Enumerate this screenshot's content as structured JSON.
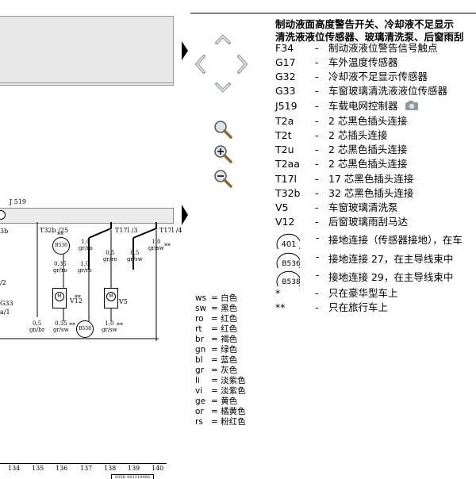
{
  "diagram": {
    "relay_label": "J 519",
    "bottom_label": "3b",
    "left_labels": [
      "/2",
      "G33",
      "a/1"
    ],
    "connectors": [
      "T32b /25",
      "T17l /3",
      "T17l /4"
    ],
    "ground_points": [
      "B536",
      "B538"
    ],
    "components": [
      "V12",
      "V5"
    ],
    "stars": "**",
    "wires": [
      {
        "size": "1,0",
        "color": "gr/ro"
      },
      {
        "size": "0,35",
        "color": "gr/ro"
      },
      {
        "size": "1,0",
        "color": "gr/ro"
      },
      {
        "size": "0,5",
        "color": "gr/ro"
      },
      {
        "size": "0,5",
        "color": "gr/sw"
      },
      {
        "size": "1,0",
        "color": "gr/sw"
      },
      {
        "size": "0,5",
        "color": "gn/br"
      },
      {
        "size": "0,35",
        "color": "gr/sw"
      },
      {
        "size": "1,0",
        "color": "gr/sw"
      }
    ],
    "axis_numbers": [
      "134",
      "135",
      "136",
      "137",
      "138",
      "139",
      "140"
    ],
    "footer_code": "9358_001119400"
  },
  "color_legend": [
    {
      "code": "ws",
      "name": "白色"
    },
    {
      "code": "sw",
      "name": "黑色"
    },
    {
      "code": "ro",
      "name": "红色"
    },
    {
      "code": "rt",
      "name": "红色"
    },
    {
      "code": "br",
      "name": "褐色"
    },
    {
      "code": "gn",
      "name": "绿色"
    },
    {
      "code": "bl",
      "name": "蓝色"
    },
    {
      "code": "gr",
      "name": "灰色"
    },
    {
      "code": "li",
      "name": "淡紫色"
    },
    {
      "code": "vi",
      "name": "淡紫色"
    },
    {
      "code": "ge",
      "name": "黄色"
    },
    {
      "code": "or",
      "name": "橘黄色"
    },
    {
      "code": "rs",
      "name": "粉红色"
    }
  ],
  "header": {
    "title_line1": "制动液面高度警告开关、冷却液不足显示",
    "title_line2": "清洗液液位传感器、玻璃清洗泵、后窗雨刮"
  },
  "components": [
    {
      "code": "F34",
      "desc": "制动液液位警告信号触点"
    },
    {
      "code": "G17",
      "desc": "车外温度传感器"
    },
    {
      "code": "G32",
      "desc": "冷却液不足显示传感器"
    },
    {
      "code": "G33",
      "desc": "车窗玻璃清洗液液位传感器"
    },
    {
      "code": "J519",
      "desc": "车载电网控制器"
    },
    {
      "code": "T2a",
      "desc": "2 芯黑色插头连接"
    },
    {
      "code": "T2t",
      "desc": "2 芯插头连接"
    },
    {
      "code": "T2u",
      "desc": "2 芯黑色插头连接"
    },
    {
      "code": "T2aa",
      "desc": "2 芯黑色插头连接"
    },
    {
      "code": "T17l",
      "desc": "17 芯黑色插头连接"
    },
    {
      "code": "T32b",
      "desc": "32 芯黑色插头连接"
    },
    {
      "code": "V5",
      "desc": "车窗玻璃清洗泵"
    },
    {
      "code": "V12",
      "desc": "后窗玻璃雨刮马达"
    }
  ],
  "grounds": [
    {
      "code": "401",
      "desc": "接地连接（传感器接地），在车"
    },
    {
      "code": "B536",
      "desc": "接地连接 27，在主导线束中"
    },
    {
      "code": "B538",
      "desc": "接地连接 29，在主导线束中"
    }
  ],
  "notes": [
    {
      "mark": "*",
      "desc": "只在豪华型车上"
    },
    {
      "mark": "**",
      "desc": "只在旅行车上"
    }
  ],
  "dash": "-",
  "colors": {
    "panel": "#e8e8e8",
    "ink": "#000000",
    "nav_arrow": "#9aa2aa"
  },
  "icons": [
    "chevron-up-icon",
    "chevron-left-icon",
    "chevron-right-icon",
    "chevron-down-icon",
    "zoom-icon",
    "zoom-in-icon",
    "zoom-out-icon",
    "camera-icon",
    "page-arrow-icon"
  ]
}
